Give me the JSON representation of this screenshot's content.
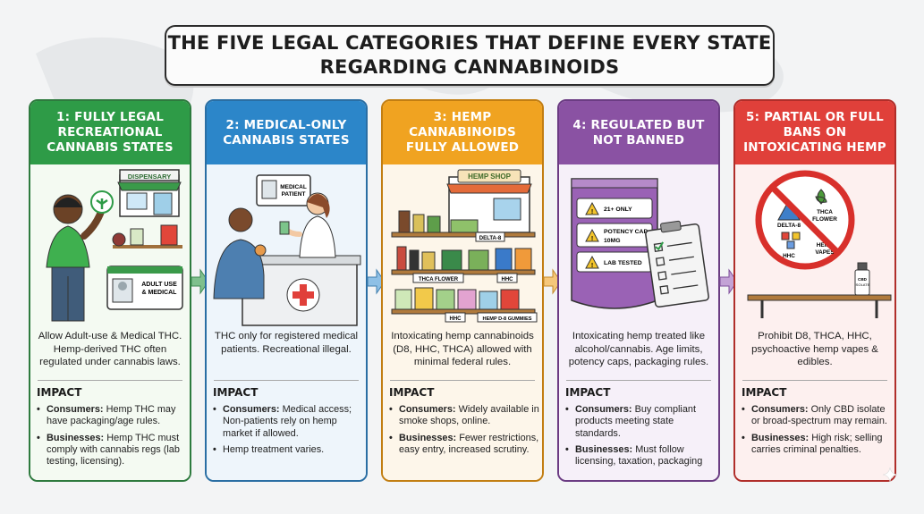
{
  "title": {
    "line1": "THE FIVE LEGAL CATEGORIES THAT DEFINE EVERY STATE",
    "line2": "REGARDING CANNABINOIDS"
  },
  "colors": {
    "green": "#2e9b47",
    "blue": "#2c86c9",
    "orange": "#f0a321",
    "purple": "#8a52a3",
    "red": "#e0403a"
  },
  "cards": [
    {
      "head": [
        "1: FULLY LEGAL",
        "RECREATIONAL",
        "CANNABIS STATES"
      ],
      "illus_labels": {
        "sign": "DISPENSARY",
        "id_card": [
          "ADULT USE",
          "& MEDICAL"
        ]
      },
      "desc": "Allow Adult-use & Medical THC. Hemp-derived THC often regulated under cannabis laws.",
      "impact": "IMPACT",
      "bullets": [
        {
          "label": "Consumers:",
          "text": "Hemp THC may have packaging/age rules."
        },
        {
          "label": "Businesses:",
          "text": "Hemp THC must comply with cannabis regs (lab testing, licensing)."
        }
      ]
    },
    {
      "head": [
        "2: MEDICAL-ONLY",
        "CANNABIS STATES"
      ],
      "illus_labels": {
        "card": [
          "MEDICAL",
          "PATIENT"
        ]
      },
      "desc": "THC only for registered medical patients. Recreational illegal.",
      "impact": "IMPACT",
      "bullets": [
        {
          "label": "Consumers:",
          "text": "Medical access; Non-patients rely on hemp market if allowed."
        },
        {
          "label": "",
          "text": "Hemp treatment varies."
        }
      ]
    },
    {
      "head": [
        "3: HEMP",
        "CANNABINOIDS",
        "FULLY ALLOWED"
      ],
      "illus_labels": {
        "sign": "HEMP SHOP",
        "shelf1": "DELTA-8",
        "shelf2a": "THCA FLOWER",
        "shelf2b": "HHC",
        "shelf3a": "HHC",
        "shelf3b": "HEMP D-8 GUMMIES"
      },
      "desc": "Intoxicating hemp cannabinoids (D8, HHC, THCA) allowed with minimal federal rules.",
      "impact": "IMPACT",
      "bullets": [
        {
          "label": "Consumers:",
          "text": "Widely available in smoke shops, online."
        },
        {
          "label": "Businesses:",
          "text": "Fewer restrictions, easy entry, increased scrutiny."
        }
      ]
    },
    {
      "head": [
        "4: REGULATED BUT",
        "NOT BANNED"
      ],
      "illus_labels": {
        "pkg1": "21+ ONLY",
        "pkg2": [
          "POTENCY CAP:",
          "10MG"
        ],
        "pkg3": "LAB TESTED"
      },
      "desc": "Intoxicating hemp treated like alcohol/cannabis. Age limits, potency caps, packaging rules.",
      "impact": "IMPACT",
      "bullets": [
        {
          "label": "Consumers:",
          "text": "Buy compliant products meeting state standards."
        },
        {
          "label": "Businesses:",
          "text": "Must follow licensing, taxation, packaging"
        }
      ]
    },
    {
      "head": [
        "5: PARTIAL OR FULL",
        "BANS ON",
        "INTOXICATING HEMP"
      ],
      "illus_labels": {
        "a": "DELTA-8",
        "b": [
          "THCA",
          "FLOWER"
        ],
        "c": "HHC",
        "d": [
          "HEMP",
          "VAPES"
        ],
        "bottle": [
          "CBD",
          "ISOLATE"
        ]
      },
      "desc": "Prohibit D8, THCA, HHC, psychoactive hemp vapes & edibles.",
      "impact": "IMPACT",
      "bullets": [
        {
          "label": "Consumers:",
          "text": "Only CBD isolate or broad-spectrum may remain."
        },
        {
          "label": "Businesses:",
          "text": "High risk; selling carries criminal penalties."
        }
      ]
    }
  ]
}
